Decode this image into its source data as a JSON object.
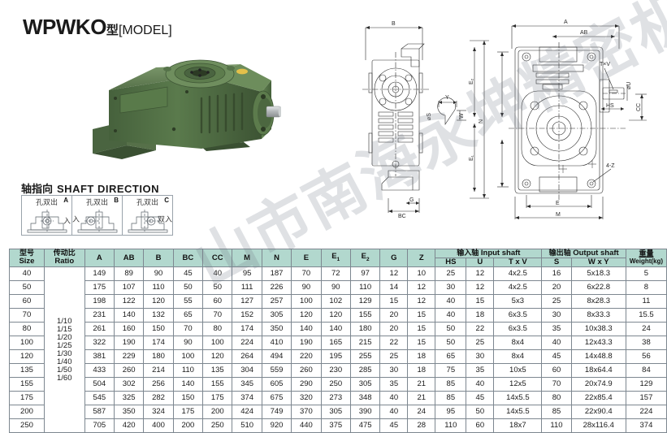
{
  "title": {
    "model": "WPWKO",
    "cn_suffix": "型",
    "model_bracket": "[MODEL]"
  },
  "watermark": {
    "text": "山市南海永坤精密机电有限"
  },
  "product": {
    "alt": "WPWKO worm gear reducer",
    "body_color": "#4e6b45",
    "body_color_light": "#6a8a5d",
    "body_color_dark": "#37492f",
    "shaft_color": "#b9bcbd",
    "cap_color": "#e3c04a"
  },
  "shaft_direction": {
    "heading_cn": "轴指向",
    "heading_en": "SHAFT DIRECTION",
    "cells": [
      {
        "letter": "A",
        "label": "孔双出",
        "side": "入",
        "side_pos": "right"
      },
      {
        "letter": "B",
        "label": "孔双出",
        "side": "入",
        "side_pos": "left"
      },
      {
        "letter": "C",
        "label": "孔双出",
        "side": "双入",
        "side_pos": "right"
      }
    ]
  },
  "drawings": {
    "left": {
      "name": "end-view",
      "labels": [
        "B",
        "BC",
        "G",
        "N",
        "E₁",
        "E₂",
        "Y",
        "W",
        "⌀S"
      ]
    },
    "right": {
      "name": "plan-view",
      "labels": [
        "A",
        "AB",
        "T×V",
        "HS",
        "CC",
        "⌀U",
        "4-Z",
        "E",
        "M",
        "E₁",
        "E₂"
      ]
    }
  },
  "table": {
    "header_color": "#b2d8ce",
    "groups": {
      "input_shaft_cn": "输入轴",
      "input_shaft_en": "Input shaft",
      "output_shaft_cn": "输出轴",
      "output_shaft_en": "Output shaft",
      "weight_cn": "重量",
      "weight_en": "Weight(kg)"
    },
    "columns": [
      {
        "cn": "型号",
        "en": "Size"
      },
      {
        "cn": "传动比",
        "en": "Ratio"
      },
      {
        "en": "A"
      },
      {
        "en": "AB"
      },
      {
        "en": "B"
      },
      {
        "en": "BC"
      },
      {
        "en": "CC"
      },
      {
        "en": "M"
      },
      {
        "en": "N"
      },
      {
        "en": "E"
      },
      {
        "en": "E",
        "sub": "1"
      },
      {
        "en": "E",
        "sub": "2"
      },
      {
        "en": "G"
      },
      {
        "en": "Z"
      },
      {
        "en": "HS"
      },
      {
        "en": "U"
      },
      {
        "en": "T x V"
      },
      {
        "en": "S"
      },
      {
        "en": "W x Y"
      }
    ],
    "ratios": [
      "1/10",
      "1/15",
      "1/20",
      "1/25",
      "1/30",
      "1/40",
      "1/50",
      "1/60"
    ],
    "rows": [
      {
        "size": "40",
        "A": "149",
        "AB": "89",
        "B": "90",
        "BC": "45",
        "CC": "40",
        "M": "95",
        "N": "187",
        "E": "70",
        "E1": "72",
        "E2": "97",
        "G": "12",
        "Z": "10",
        "HS": "25",
        "U": "12",
        "TxV": "4x2.5",
        "S": "16",
        "WxY": "5x18.3",
        "weight": "5"
      },
      {
        "size": "50",
        "A": "175",
        "AB": "107",
        "B": "110",
        "BC": "50",
        "CC": "50",
        "M": "111",
        "N": "226",
        "E": "90",
        "E1": "90",
        "E2": "110",
        "G": "14",
        "Z": "12",
        "HS": "30",
        "U": "12",
        "TxV": "4x2.5",
        "S": "20",
        "WxY": "6x22.8",
        "weight": "8"
      },
      {
        "size": "60",
        "A": "198",
        "AB": "122",
        "B": "120",
        "BC": "55",
        "CC": "60",
        "M": "127",
        "N": "257",
        "E": "100",
        "E1": "102",
        "E2": "129",
        "G": "15",
        "Z": "12",
        "HS": "40",
        "U": "15",
        "TxV": "5x3",
        "S": "25",
        "WxY": "8x28.3",
        "weight": "11"
      },
      {
        "size": "70",
        "A": "231",
        "AB": "140",
        "B": "132",
        "BC": "65",
        "CC": "70",
        "M": "152",
        "N": "305",
        "E": "120",
        "E1": "120",
        "E2": "155",
        "G": "20",
        "Z": "15",
        "HS": "40",
        "U": "18",
        "TxV": "6x3.5",
        "S": "30",
        "WxY": "8x33.3",
        "weight": "15.5"
      },
      {
        "size": "80",
        "A": "261",
        "AB": "160",
        "B": "150",
        "BC": "70",
        "CC": "80",
        "M": "174",
        "N": "350",
        "E": "140",
        "E1": "140",
        "E2": "180",
        "G": "20",
        "Z": "15",
        "HS": "50",
        "U": "22",
        "TxV": "6x3.5",
        "S": "35",
        "WxY": "10x38.3",
        "weight": "24"
      },
      {
        "size": "100",
        "A": "322",
        "AB": "190",
        "B": "174",
        "BC": "90",
        "CC": "100",
        "M": "224",
        "N": "410",
        "E": "190",
        "E1": "165",
        "E2": "215",
        "G": "22",
        "Z": "15",
        "HS": "50",
        "U": "25",
        "TxV": "8x4",
        "S": "40",
        "WxY": "12x43.3",
        "weight": "38"
      },
      {
        "size": "120",
        "A": "381",
        "AB": "229",
        "B": "180",
        "BC": "100",
        "CC": "120",
        "M": "264",
        "N": "494",
        "E": "220",
        "E1": "195",
        "E2": "255",
        "G": "25",
        "Z": "18",
        "HS": "65",
        "U": "30",
        "TxV": "8x4",
        "S": "45",
        "WxY": "14x48.8",
        "weight": "56"
      },
      {
        "size": "135",
        "A": "433",
        "AB": "260",
        "B": "214",
        "BC": "110",
        "CC": "135",
        "M": "304",
        "N": "559",
        "E": "260",
        "E1": "230",
        "E2": "285",
        "G": "30",
        "Z": "18",
        "HS": "75",
        "U": "35",
        "TxV": "10x5",
        "S": "60",
        "WxY": "18x64.4",
        "weight": "84"
      },
      {
        "size": "155",
        "A": "504",
        "AB": "302",
        "B": "256",
        "BC": "140",
        "CC": "155",
        "M": "345",
        "N": "605",
        "E": "290",
        "E1": "250",
        "E2": "305",
        "G": "35",
        "Z": "21",
        "HS": "85",
        "U": "40",
        "TxV": "12x5",
        "S": "70",
        "WxY": "20x74.9",
        "weight": "129"
      },
      {
        "size": "175",
        "A": "545",
        "AB": "325",
        "B": "282",
        "BC": "150",
        "CC": "175",
        "M": "374",
        "N": "675",
        "E": "320",
        "E1": "273",
        "E2": "348",
        "G": "40",
        "Z": "21",
        "HS": "85",
        "U": "45",
        "TxV": "14x5.5",
        "S": "80",
        "WxY": "22x85.4",
        "weight": "157"
      },
      {
        "size": "200",
        "A": "587",
        "AB": "350",
        "B": "324",
        "BC": "175",
        "CC": "200",
        "M": "424",
        "N": "749",
        "E": "370",
        "E1": "305",
        "E2": "390",
        "G": "40",
        "Z": "24",
        "HS": "95",
        "U": "50",
        "TxV": "14x5.5",
        "S": "85",
        "WxY": "22x90.4",
        "weight": "224"
      },
      {
        "size": "250",
        "A": "705",
        "AB": "420",
        "B": "400",
        "BC": "200",
        "CC": "250",
        "M": "510",
        "N": "920",
        "E": "440",
        "E1": "375",
        "E2": "475",
        "G": "45",
        "Z": "28",
        "HS": "110",
        "U": "60",
        "TxV": "18x7",
        "S": "110",
        "WxY": "28x116.4",
        "weight": "374"
      }
    ]
  }
}
